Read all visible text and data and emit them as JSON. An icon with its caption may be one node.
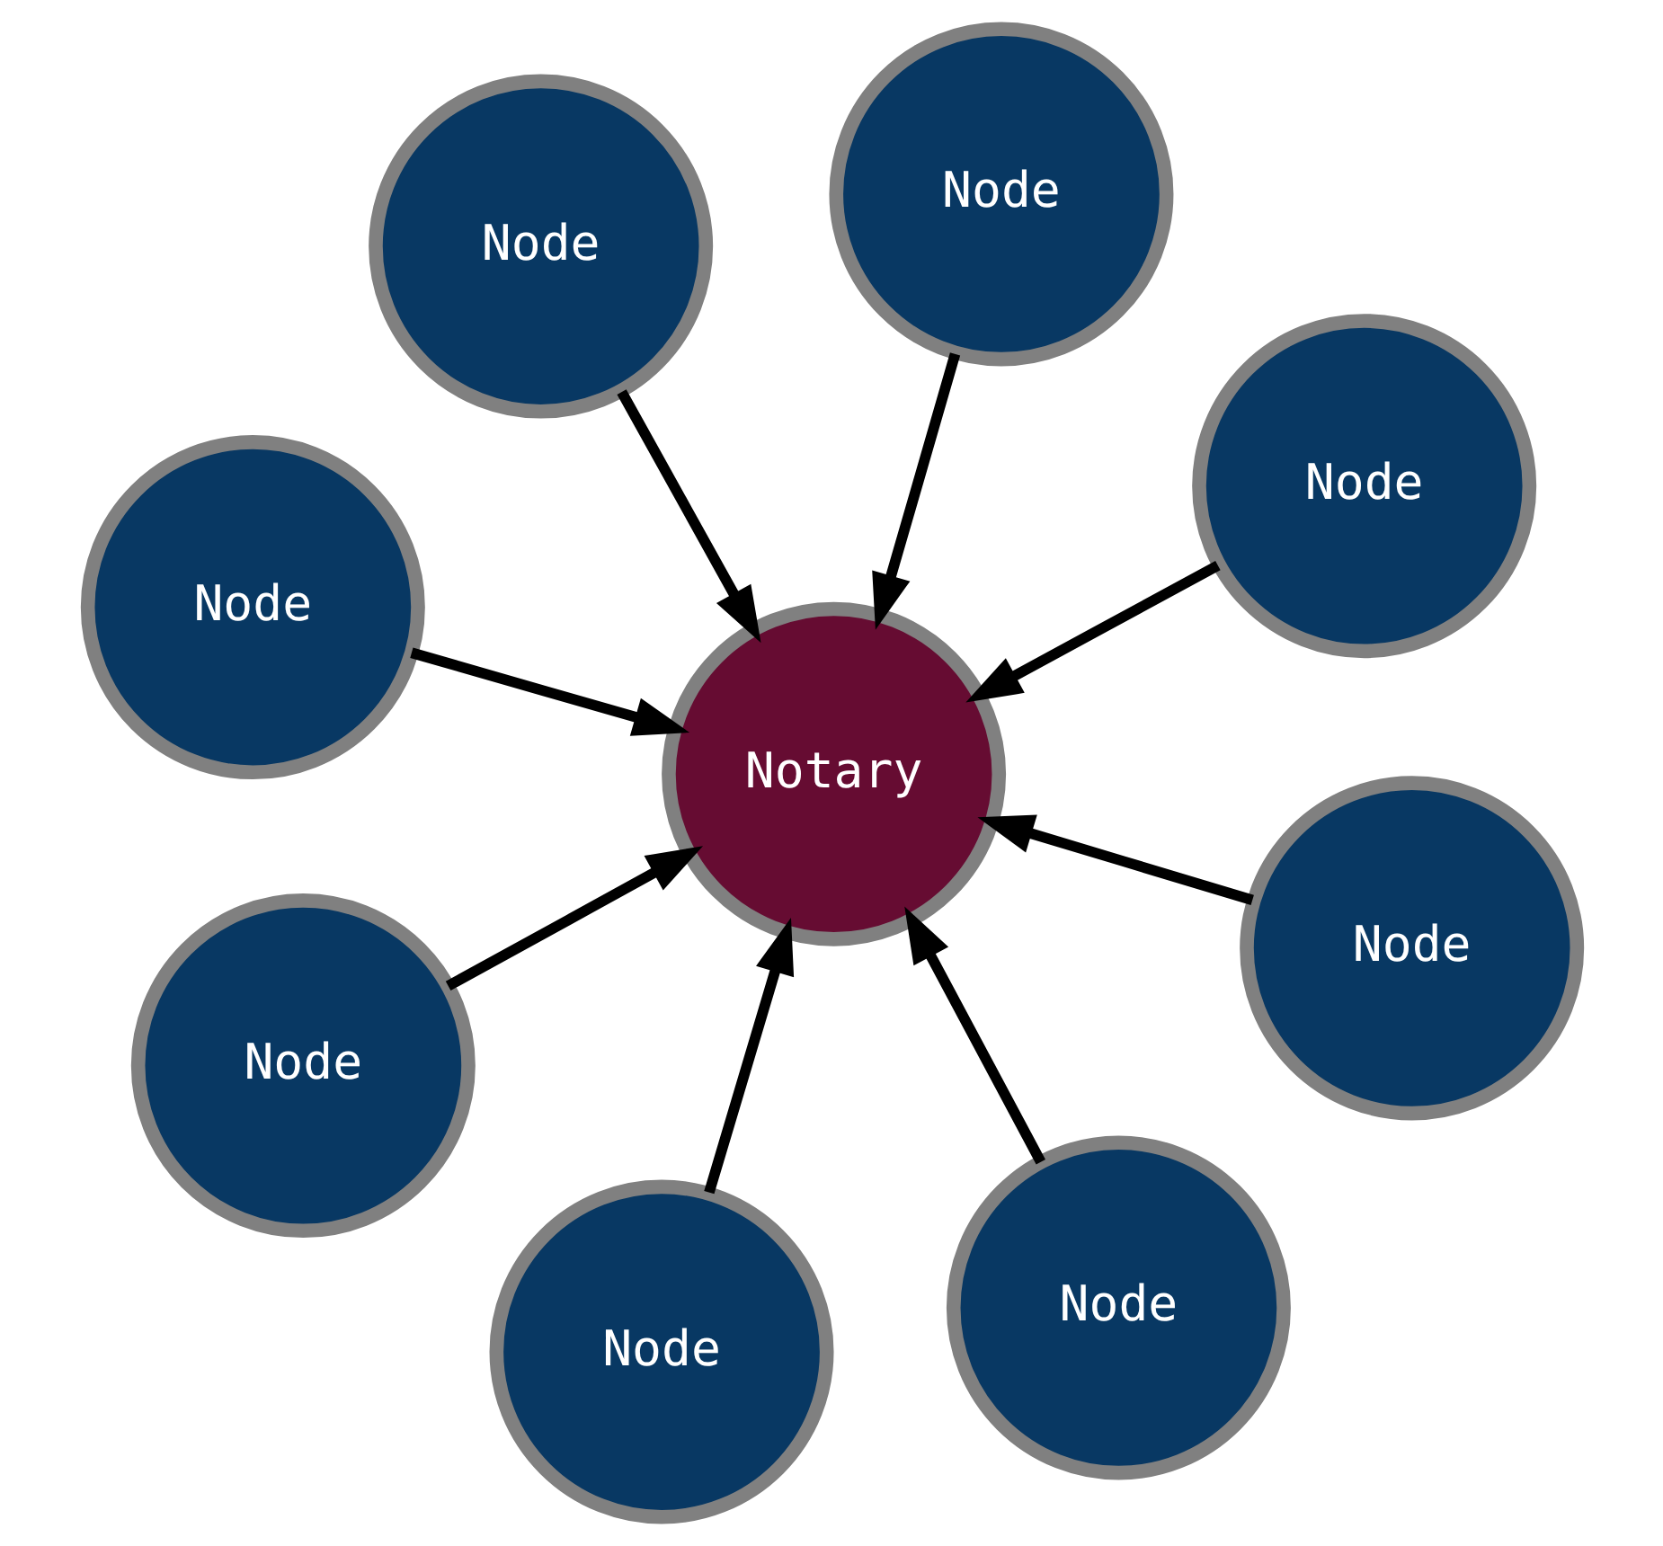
{
  "diagram": {
    "nodes": [
      {
        "text": [
          "Node"
        ]
      },
      {
        "text": [
          "Node"
        ]
      },
      {
        "text": [
          "Node"
        ]
      },
      {
        "text": [
          "Node"
        ]
      },
      {
        "text": [
          "Notary"
        ]
      },
      {
        "text": [
          "Node"
        ]
      },
      {
        "text": [
          "Node"
        ]
      },
      {
        "text": [
          "Node"
        ]
      },
      {
        "text": [
          "Node"
        ]
      }
    ],
    "edges": [
      {
        "from": 0,
        "to": 4,
        "arrow": "to"
      },
      {
        "from": 1,
        "to": 4,
        "arrow": "to"
      },
      {
        "from": 2,
        "to": 4,
        "arrow": "to"
      },
      {
        "from": 3,
        "to": 4,
        "arrow": "to"
      },
      {
        "from": 5,
        "to": 4,
        "arrow": "to"
      },
      {
        "from": 6,
        "to": 4,
        "arrow": "to"
      },
      {
        "from": 7,
        "to": 4,
        "arrow": "to"
      },
      {
        "from": 8,
        "to": 4,
        "arrow": "to"
      }
    ]
  }
}
